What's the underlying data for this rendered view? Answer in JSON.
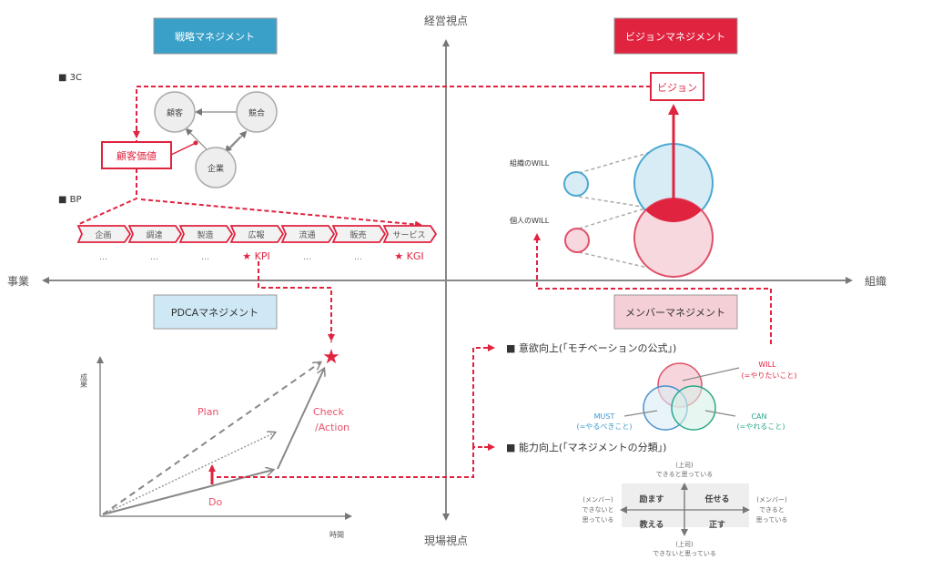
{
  "axes": {
    "top": "経営視点",
    "bottom": "現場視点",
    "left": "事業",
    "right": "組織"
  },
  "quadrants": {
    "strategy": {
      "title": "戦略マネジメント",
      "color": "#3aa0c8",
      "section_3c": "■ 3C",
      "section_bp": "■ BP",
      "circles": [
        "顧客",
        "競合",
        "企業"
      ],
      "customer_value": "顧客価値",
      "process_steps": [
        "企画",
        "調達",
        "製造",
        "広報",
        "流通",
        "販売",
        "サービス"
      ],
      "step_notes": [
        "…",
        "…",
        "…",
        "★ KPI",
        "…",
        "…",
        "★ KGI"
      ]
    },
    "vision": {
      "title": "ビジョンマネジメント",
      "color": "#e0233f",
      "vision_box": "ビジョン",
      "org_will": "組織のWILL",
      "personal_will": "個人のWILL"
    },
    "pdca": {
      "title": "PDCAマネジメント",
      "color": "#cfe8f5",
      "y_axis": "成果",
      "x_axis": "時間",
      "plan": "Plan",
      "do": "Do",
      "check": "Check",
      "action": "/Action"
    },
    "member": {
      "title": "メンバーマネジメント",
      "color": "#f5cfd6",
      "motivation_heading": "■ 意欲向上(「モチベーションの公式」)",
      "ability_heading": "■ 能力向上(「マネジメントの分類」)",
      "will": "WILL",
      "will_sub": "(=やりたいこと)",
      "must": "MUST",
      "must_sub": "(=やるべきこと)",
      "can": "CAN",
      "can_sub": "(=やれること)",
      "matrix": {
        "top_1": "(上司)",
        "top_2": "できると思っている",
        "bottom_1": "(上司)",
        "bottom_2": "できないと思っている",
        "left_1": "(メンバー)",
        "left_2": "できないと",
        "left_3": "思っている",
        "right_1": "(メンバー)",
        "right_2": "できると",
        "right_3": "思っている",
        "cells": [
          "励ます",
          "任せる",
          "教える",
          "正す"
        ]
      }
    }
  }
}
